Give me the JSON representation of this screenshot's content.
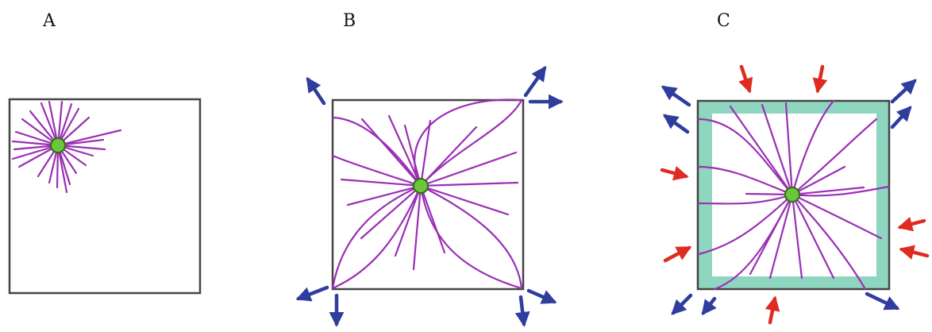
{
  "panels": [
    {
      "label": "A"
    },
    {
      "label": "B"
    },
    {
      "label": "C"
    }
  ],
  "colors": {
    "frame": "#454545",
    "microtubule": "#9b2fb5",
    "centrosome_fill": "#6cc63b",
    "centrosome_stroke": "#2f6e14",
    "outward_arrow": "#2e3d9e",
    "inward_arrow": "#e02b20",
    "cortex_band": "#8fd6c1"
  }
}
